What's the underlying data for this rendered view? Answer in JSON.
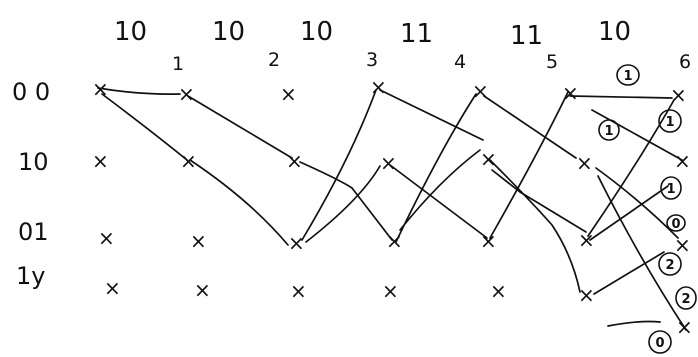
{
  "received_symbols": [
    "10",
    "10",
    "10",
    "11",
    "11",
    "10"
  ],
  "time_indices": [
    "1",
    "2",
    "3",
    "4",
    "5",
    "6"
  ],
  "states": [
    "0 0",
    "10",
    "01",
    "1y"
  ],
  "node_mark": "×",
  "path_metrics": [
    "1",
    "1",
    "1",
    "1",
    "0",
    "2",
    "2",
    "0"
  ]
}
